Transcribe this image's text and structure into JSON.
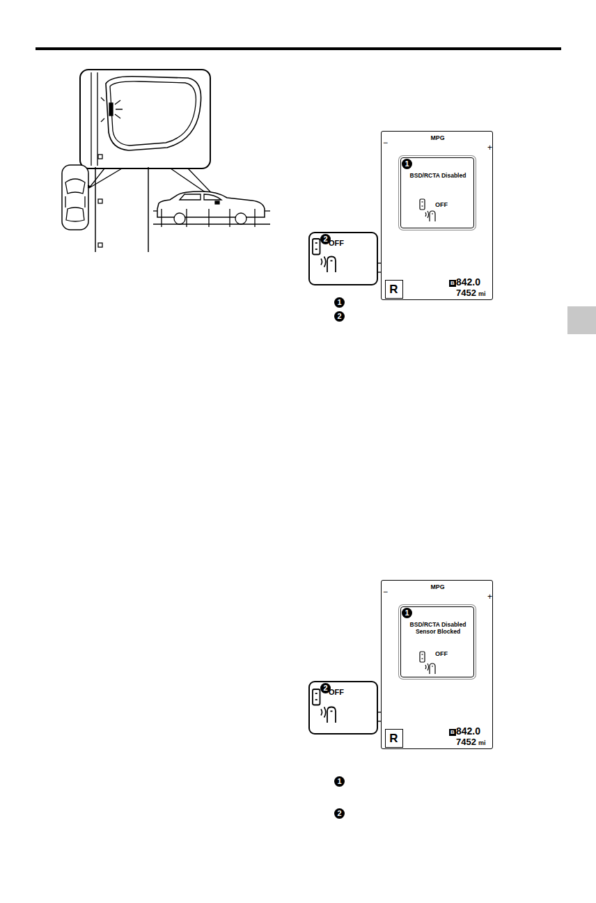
{
  "diagram": {
    "nodes": [
      {
        "text": [
          "MPG"
        ]
      },
      {
        "text": [
          "BSD/RCTA Disabled",
          "OFF"
        ],
        "in": 0
      },
      {
        "text": [
          "R"
        ],
        "in": 0
      },
      {
        "text": [
          "OFF"
        ]
      },
      {
        "text": [
          "MPG"
        ]
      },
      {
        "text": [
          "BSD/RCTA Disabled Sensor Blocked",
          "OFF"
        ],
        "in": 4
      },
      {
        "text": [
          "R"
        ],
        "in": 4
      },
      {
        "text": [
          "OFF"
        ]
      }
    ],
    "labels": [
      "−",
      "+",
      "1",
      "2",
      "B",
      "842.0",
      "7452",
      "mi",
      "1",
      "2",
      "−",
      "+",
      "1",
      "2",
      "B",
      "842.0",
      "7452",
      "mi",
      "1",
      "2"
    ]
  }
}
